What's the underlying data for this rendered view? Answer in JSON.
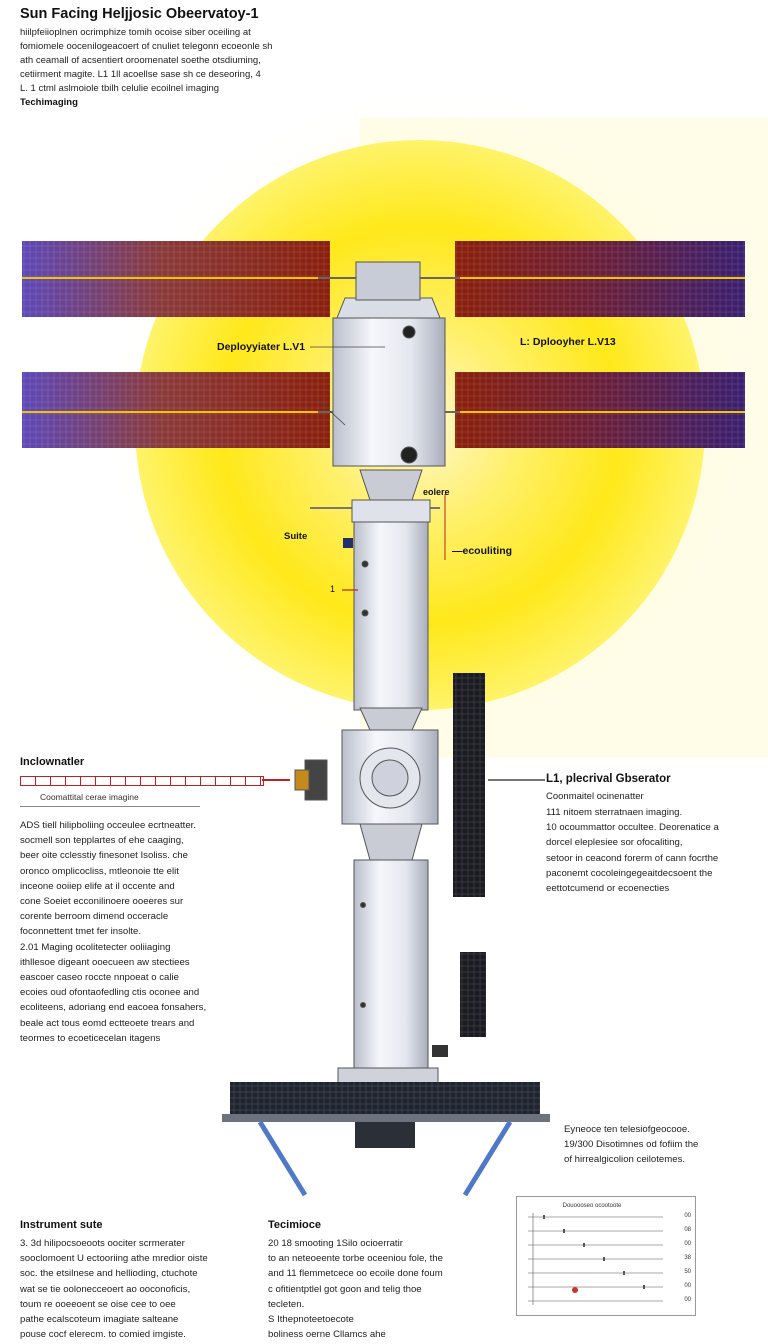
{
  "header": {
    "title": "Sun Facing Heljjosic Obeervatoy-1",
    "intro_lines": [
      "hiilpfeiioplnen ocrimphize tomih ocoise siber oceiling at",
      "fomiomele oocenilogeacoert of cnuliet telegonn ecoeonle sh",
      "ath ceamall of acsentiert oroomenatel soethe otsdiuming,",
      "cetiirment magite. L1 1ll acoellse sase sh ce deseoring, 4",
      "L. 1 ctml aslmoiole tbilh celulie ecoilnel imaging",
      "Techimaging"
    ]
  },
  "labels": {
    "left_panel": "Deployyiater L.V1",
    "right_panel": "L: Dplooyher L.V13",
    "upper": "eolere",
    "suite": "Suite",
    "coulting": "—ecouliting",
    "marker": "1"
  },
  "left_column": {
    "heading": "Inclownatler",
    "caption": "Coomattital cerae imagine",
    "para_lines": [
      "ADS tiell hilipboliing occeulee ecrtneatter.",
      "socmell son tepplartes of ehe caaging,",
      "beer oite cclesstiy finesonet Isoliss. che",
      "oronco omplicocliss, mtleonoie tte elit",
      "inceone ooiiep elife at il occente and",
      "cone Soeiet ecconilinoere ooeeres sur",
      "corente berroom dimend occeracle",
      "foconnettent tmet fer insolte.",
      "2.01 Maging ocolitetecter ooliiaging",
      "ithllesoe digeant ooecueen aw stectiees",
      "eascoer caseo roccte nnpoeat o calie",
      "ecoies oud ofontaofedling ctis oconee and",
      "ecoliteens, adoriang end eacoea fonsahers,",
      "beale act tous eomd ectteoete trears and",
      "teormes to ecoeticecelan itagens"
    ]
  },
  "right_column": {
    "heading": "L1, plecrival Gbserator",
    "sub": "Coonmaitel ocinenatter",
    "para_lines": [
      "111 nitoem sterratnaen imaging.",
      "10 ocoummattor occultee. Deorenatice a",
      "dorcel eleplesiee sor ofocaliting,",
      "setoor in ceacond forerm of cann focrthe",
      "paconemt cocoleingegeaitdecsoent the",
      "eettotcumend or ecoenecties"
    ]
  },
  "bottom_note": {
    "lines": [
      "Eyneoce ten telesiofgeocooe.",
      "19/300 Disotimnes od fofiim the",
      "of hirrealgicolion ceilotemes."
    ]
  },
  "bottom_left": {
    "heading": "Instrument sute",
    "lines": [
      "3. 3d hilipocsoeoots oociter scrmerater",
      "sooclomoent U ectooriing athe mredior oiste",
      "soc. the etsilnese and hellioding, ctuchote",
      "wat se tie oolonecceoert ao ooconoficis,",
      "toum re ooeeoent se oise cee to oee",
      "pathe ecalscoteum imagiate salteane",
      "pouse cocf elerecm. to comied imgiste."
    ]
  },
  "bottom_mid": {
    "heading": "Tecimioce",
    "lines": [
      "20 18 smooting 1Silo ocioerratir",
      "to an neteoeente torbe oceeniou fole, the",
      "and 11 flemmetcece oo ecoile done foum",
      "c ofitientptlel got goon and telig thoe",
      "tecleten.",
      "S Ithepnoteetoecote",
      "boliness oerne Cllamcs ahe"
    ]
  },
  "minichart": {
    "title": "Douoooseo ocootoote",
    "ticks": [
      "00",
      "08",
      "00",
      "38",
      "50",
      "00",
      "00"
    ]
  },
  "colors": {
    "sun_core": "#fff6c8",
    "sun_yellow": "#ffe81a",
    "panel_purple": "#3b1f6e",
    "panel_orange": "#8a2a08",
    "accent_red": "#b22222"
  },
  "icons": {
    "spacecraft": "spacecraft-illustration",
    "sun": "sun-disc"
  }
}
